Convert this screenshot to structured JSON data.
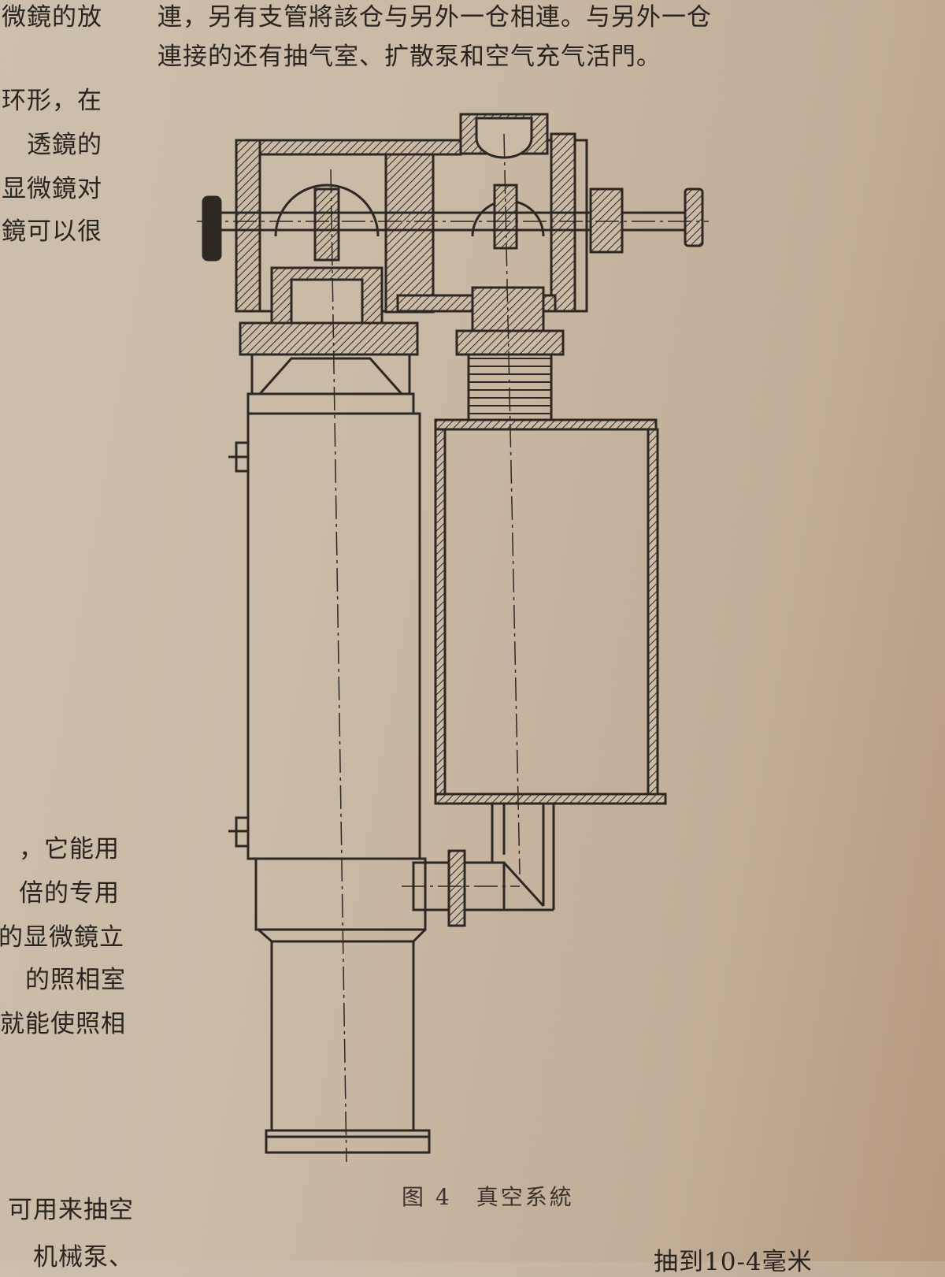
{
  "main_text": {
    "line1": "連，另有支管將該仓与另外一仓相連。与另外一仓",
    "line2": "連接的还有抽气室、扩散泵和空气充气活門。"
  },
  "left_column": [
    "微鏡的放",
    "环形，在",
    "透鏡的",
    "显微鏡对",
    "鏡可以很",
    "，它能用",
    "倍的专用",
    "的显微鏡立",
    "的照相室",
    "就能使照相",
    "可用来抽空",
    "机械泵、"
  ],
  "bottom_fragment": "抽到10-4毫米",
  "figure": {
    "caption": "图 4　真空系統"
  }
}
